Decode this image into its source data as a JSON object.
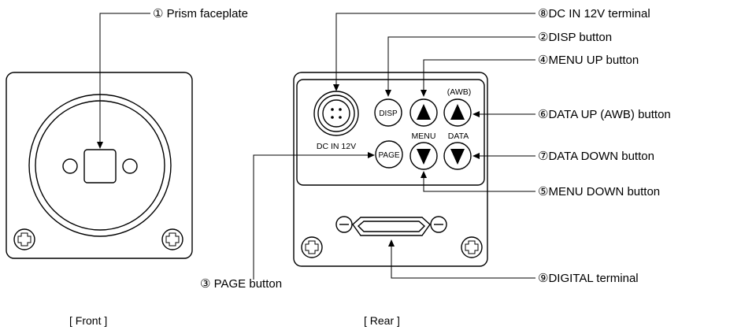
{
  "callouts": {
    "prism_faceplate": "① Prism faceplate",
    "dc_in_terminal": "⑧DC IN 12V terminal",
    "disp_button": "②DISP button",
    "menu_up_button": "④MENU UP button",
    "data_up_button": "⑥DATA UP (AWB) button",
    "data_down_button": "⑦DATA DOWN button",
    "menu_down_button": "⑤MENU DOWN button",
    "page_button": "③ PAGE button",
    "digital_terminal": "⑨DIGITAL terminal"
  },
  "panel_labels": {
    "dc_in": "DC IN 12V",
    "disp": "DISP",
    "page": "PAGE",
    "awb": "(AWB)",
    "menu": "MENU",
    "data": "DATA"
  },
  "captions": {
    "front": "[ Front ]",
    "rear": "[ Rear ]"
  }
}
